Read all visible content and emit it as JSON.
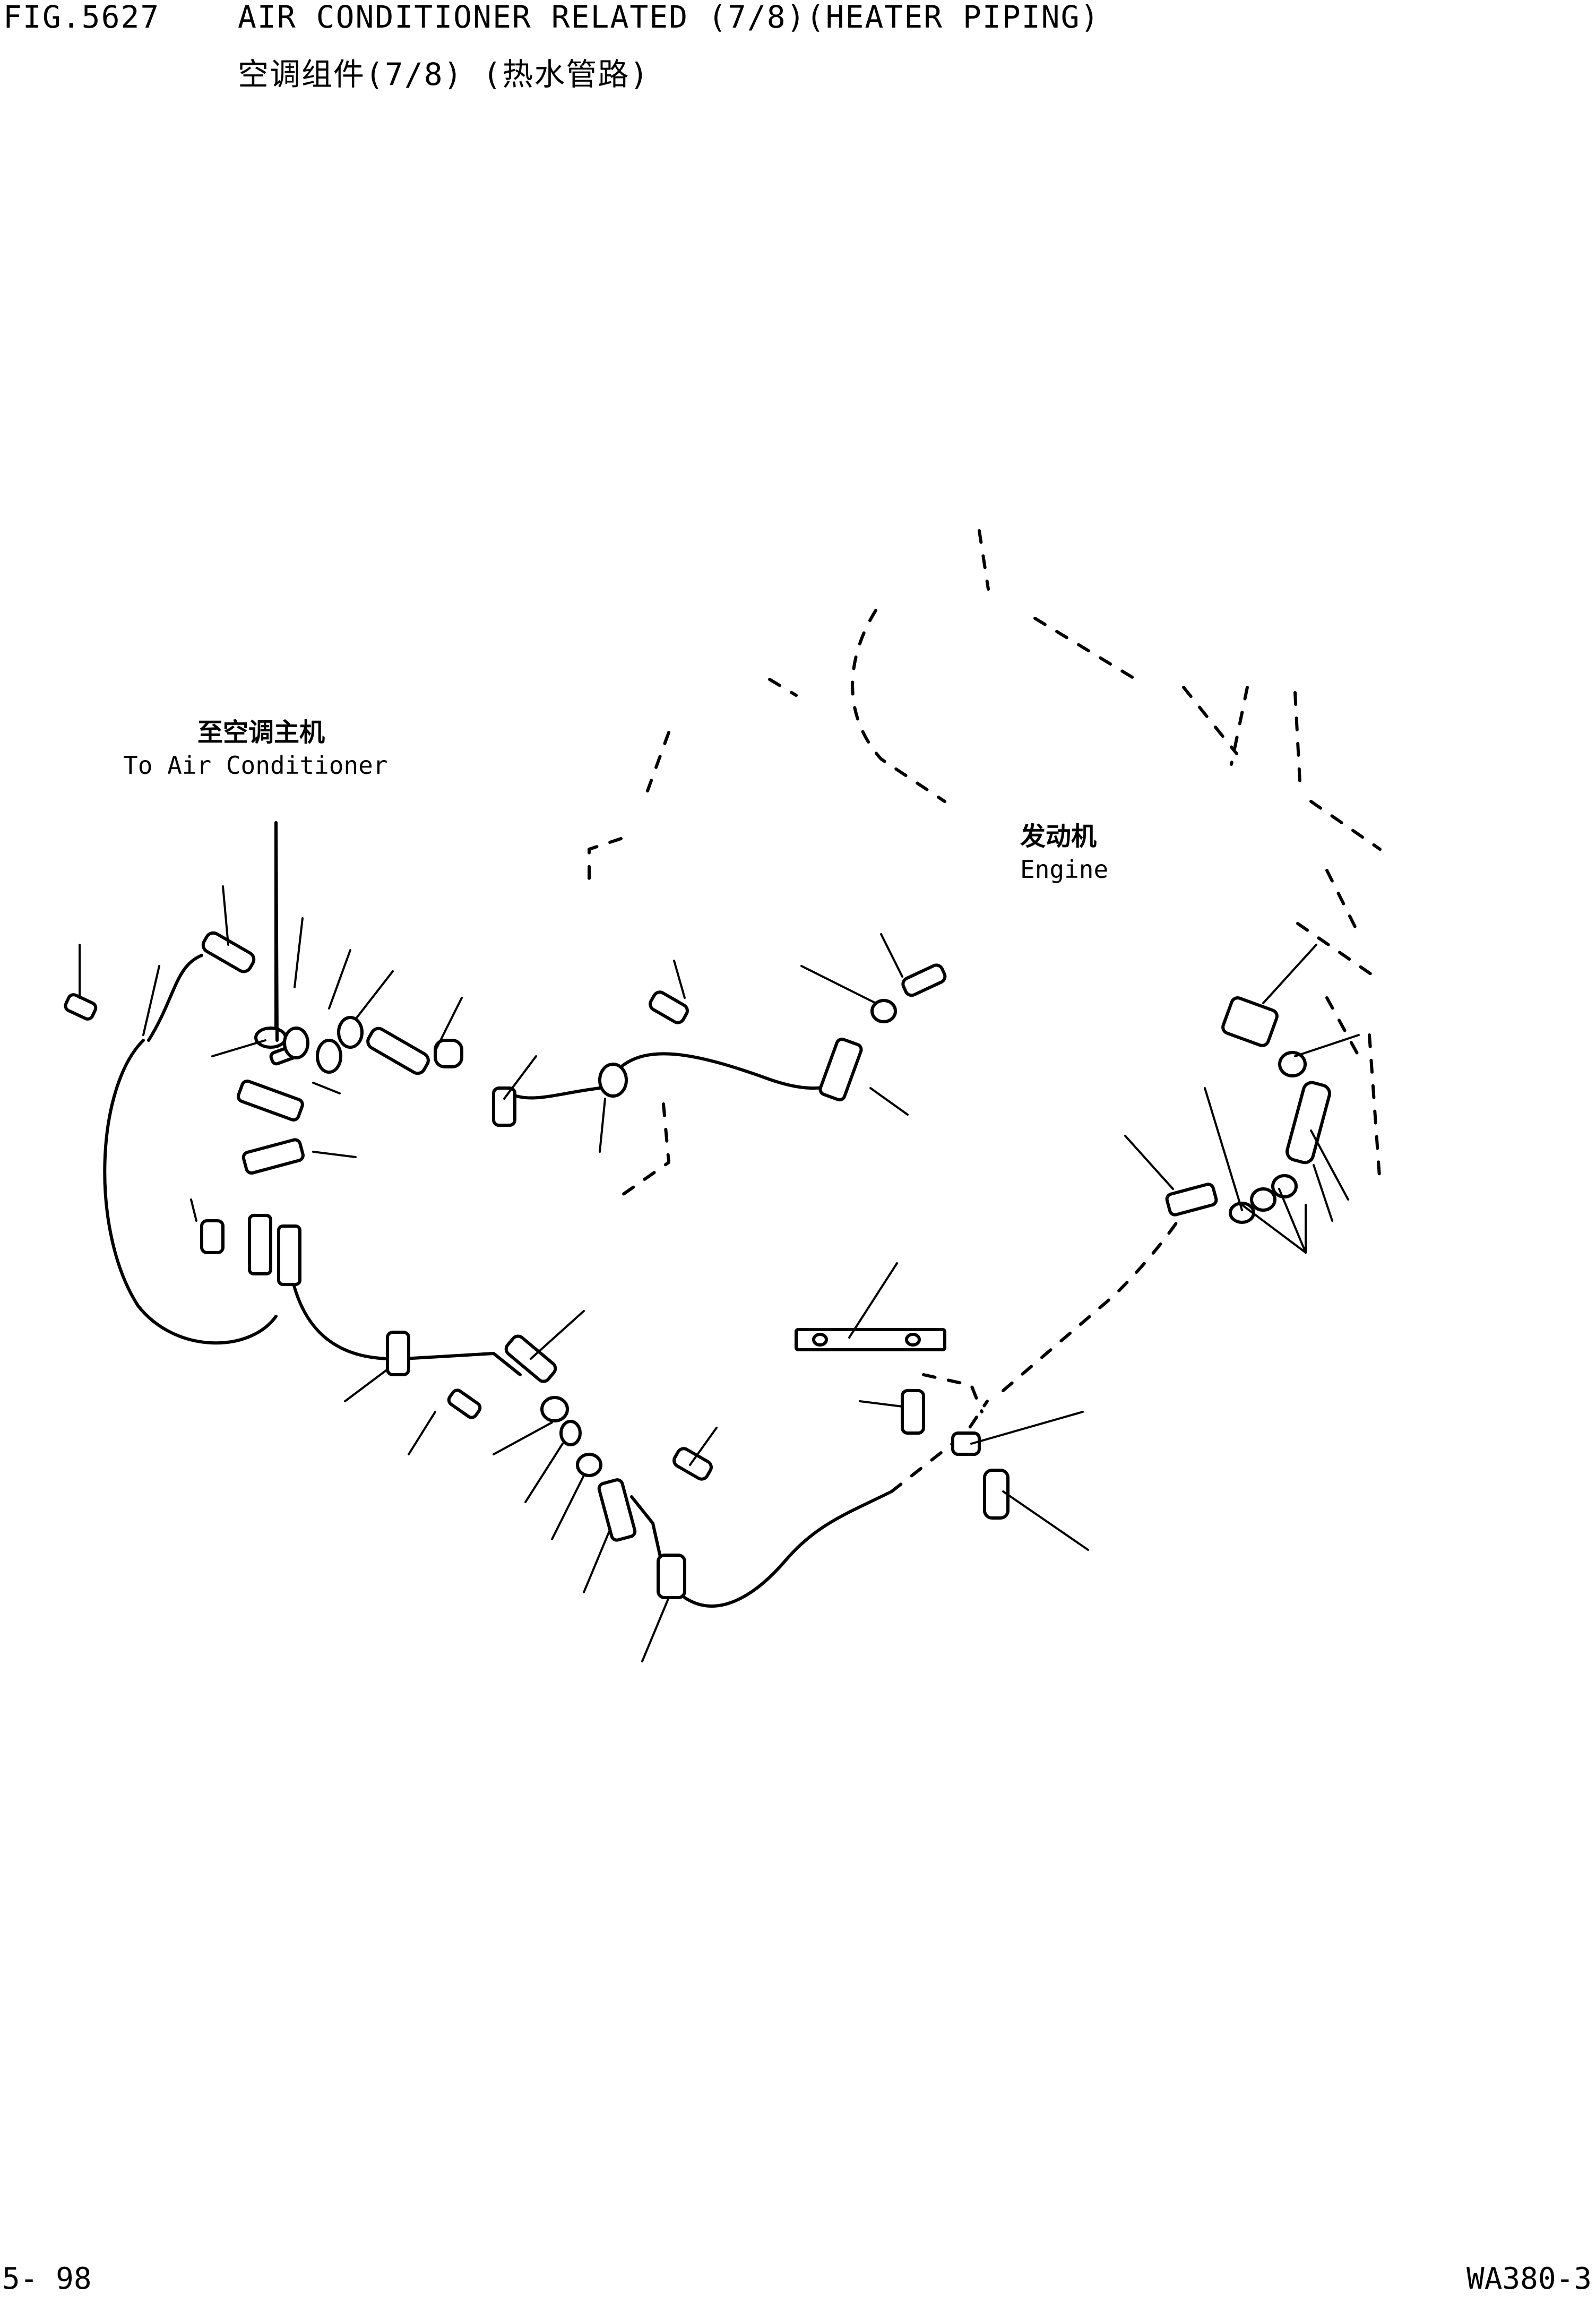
{
  "header": {
    "fig_id": "FIG.5627",
    "title_en": "AIR CONDITIONER RELATED (7/8)(HEATER PIPING)",
    "title_cn": "空调组件(7/8) (热水管路)"
  },
  "labels": {
    "to_air_conditioner_cn": "至空调主机",
    "to_air_conditioner_en": "To Air Conditioner",
    "engine_cn": "发动机",
    "engine_en": "Engine"
  },
  "footer": {
    "page": "5- 98",
    "model": "WA380-3"
  }
}
